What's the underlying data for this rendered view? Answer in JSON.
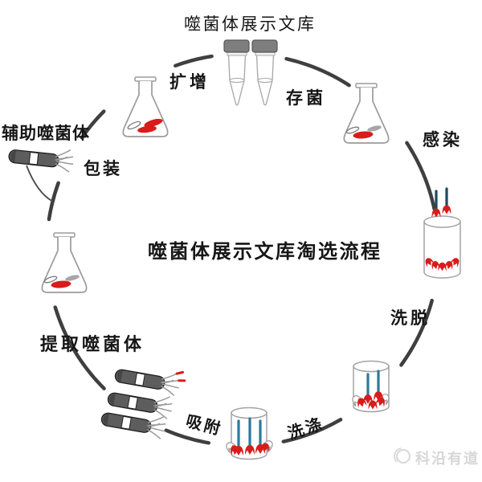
{
  "diagram": {
    "top_label": "噬菌体展示文库",
    "center_title": "噬菌体展示文库淘选流程",
    "steps": {
      "amplify": "扩增",
      "store": "存菌",
      "infect": "感染",
      "elute": "洗脱",
      "wash": "洗涤",
      "adsorb": "吸附",
      "package": "包装"
    },
    "labels": {
      "helper_phage": "辅助噬菌体",
      "extract_phage": "提取噬菌体"
    },
    "colors": {
      "target_red": "#d81c1c",
      "phage_stem_teal": "#2a7a99",
      "phage_stem_dark": "#1d4a60",
      "cycle_arc_gray": "#3f3f3f",
      "phage_rod_gray": "#5d5d5d",
      "glass_outline_gray": "#9b9b9b",
      "watermark_gray": "#d7d7d7"
    }
  },
  "watermark": {
    "brand": "科沿有道"
  }
}
